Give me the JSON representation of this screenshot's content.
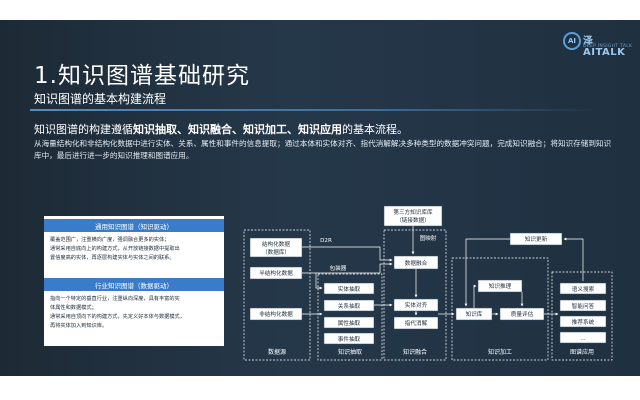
{
  "logo": {
    "badge": "AI",
    "name": "泽AITALK",
    "sub": "DEEP INSIGHT TALK"
  },
  "slide": {
    "title": "1.知识图谱基础研究",
    "subtitle": "知识图谱的基本构建流程",
    "lead": {
      "prefix": "知识图谱的构建遵循",
      "highlight": "知识抽取、知识融合、知识加工、知识应用",
      "suffix": "的基本流程。"
    },
    "desc": "从海量结构化和非结构化数据中进行实体、关系、属性和事件的信息提取；通过本体和实体对齐、指代消解解决多种类型的数据冲突问题，完成知识融合；将知识存储到知识库中，最后进行进一步的知识推理和图谱应用。"
  },
  "left_panel": {
    "general": {
      "header": "通用知识图谱（知识驱动）",
      "lines": [
        "覆盖范围广，注重横向广度，强调融合更多的实体；",
        "通常采用自底向上的构建方式，从开放链接数据中提取出",
        "置信度高的实体，再逐层构建实体与实体之间的联系。"
      ]
    },
    "domain": {
      "header": "行业知识图谱（数据驱动）",
      "lines": [
        "指向一个特定的垂直行业，注重纵向深度，具有丰富的实",
        "体属性和数据模式；",
        "通常采用自顶向下的构建方式，先定义好本体与数据模式，",
        "再将实体加入到知识库。"
      ]
    }
  },
  "flow": {
    "third_party": [
      "第三方知识库库",
      "（链接数据）"
    ],
    "structured": [
      "结构化数据",
      "（数据库）"
    ],
    "semi_structured": "半结构化数据",
    "unstructured": "非结构化数据",
    "d2r": "D2R",
    "wrapper": "包装器",
    "graph_map": "图映射",
    "data_fusion": "数据融合",
    "entity_align": "实体对齐",
    "coref": "指代消解",
    "extraction": [
      "实体抽取",
      "关系抽取",
      "属性抽取",
      "事件抽取"
    ],
    "kb": "知识库",
    "reasoning": "知识推理",
    "quality": "质量评估",
    "update": "知识更新",
    "apps": [
      "语义搜索",
      "智能问答",
      "推荐系统",
      "..."
    ],
    "stage_labels": {
      "source": "数据源",
      "extract": "知识抽取",
      "fuse": "知识融合",
      "process": "知识加工",
      "apply": "图谱应用"
    },
    "apps_shown": [
      "语义搜索",
      "智能问答",
      "推荐系统",
      "..."
    ]
  }
}
